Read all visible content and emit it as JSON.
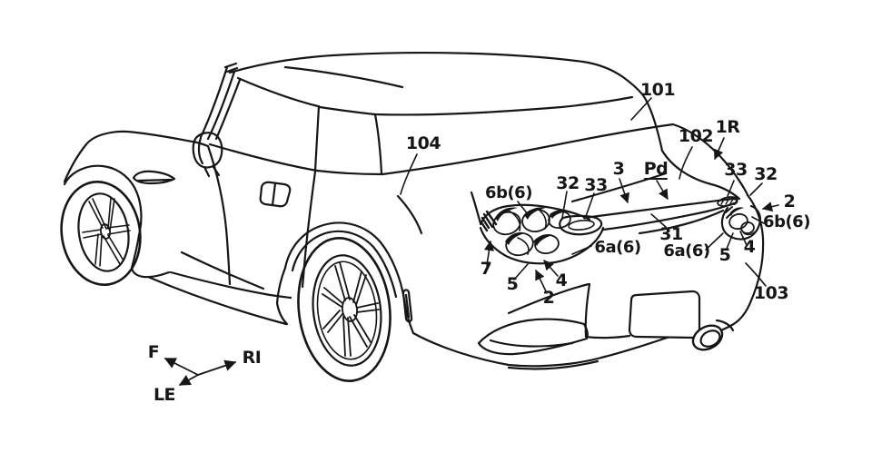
{
  "colors": {
    "ink": "#161616",
    "background": "#ffffff"
  },
  "labels": {
    "l101": "101",
    "l102": "102",
    "l1R": "1R",
    "lPd": "Pd",
    "l3": "3",
    "l32L": "32",
    "l33L": "33",
    "l6b6L": "6b(6)",
    "l31": "31",
    "l6a6L": "6a(6)",
    "l6a6R": "6a(6)",
    "l7": "7",
    "l5L": "5",
    "l2L": "2",
    "l4L": "4",
    "l33R": "33",
    "l32R": "32",
    "l2R": "2",
    "l6b6R": "6b(6)",
    "l5R": "5",
    "l4R": "4",
    "l103": "103",
    "l104": "104",
    "dirF": "F",
    "dirRI": "RI",
    "dirLE": "LE"
  }
}
